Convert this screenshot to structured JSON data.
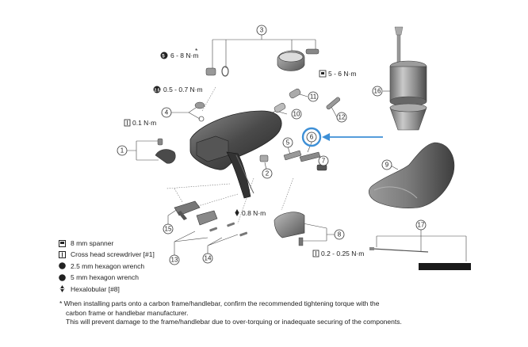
{
  "callouts": [
    {
      "id": "c1",
      "label": "1"
    },
    {
      "id": "c2",
      "label": "2"
    },
    {
      "id": "c3",
      "label": "3"
    },
    {
      "id": "c4",
      "label": "4"
    },
    {
      "id": "c5",
      "label": "5"
    },
    {
      "id": "c6",
      "label": "6"
    },
    {
      "id": "c7",
      "label": "7"
    },
    {
      "id": "c8",
      "label": "8"
    },
    {
      "id": "c9",
      "label": "9"
    },
    {
      "id": "c10",
      "label": "10"
    },
    {
      "id": "c11",
      "label": "11"
    },
    {
      "id": "c12",
      "label": "12"
    },
    {
      "id": "c13",
      "label": "13"
    },
    {
      "id": "c14",
      "label": "14"
    },
    {
      "id": "c15",
      "label": "15"
    },
    {
      "id": "c16",
      "label": "16"
    },
    {
      "id": "c17",
      "label": "17"
    }
  ],
  "torque": {
    "t3": "6 - 8 N·m",
    "t3_mark": "*",
    "t4": "0.5 - 0.7 N·m",
    "t11": "5 - 6 N·m",
    "t1": "0.1 N·m",
    "t14": "0.8 N·m",
    "t8": "0.2 - 0.25 N·m"
  },
  "legend": {
    "spanner": "8 mm spanner",
    "screwdriver": "Cross head screwdriver [#1]",
    "hex25": "2.5 mm hexagon wrench",
    "hex5": "5 mm hexagon wrench",
    "hexalobular": "Hexalobular [#8]"
  },
  "note": {
    "line1": "* When installing parts onto a carbon frame/handlebar, confirm the recommended tightening torque with the",
    "line2": "carbon frame or handlebar manufacturer.",
    "line3": "This will prevent damage to the frame/handlebar due to over-torquing or inadequate securing of the components."
  },
  "colors": {
    "highlight": "#3d8fd6",
    "part_dark": "#3a3a3a",
    "part_mid": "#7a7a7a",
    "part_light": "#b8b8b8"
  }
}
